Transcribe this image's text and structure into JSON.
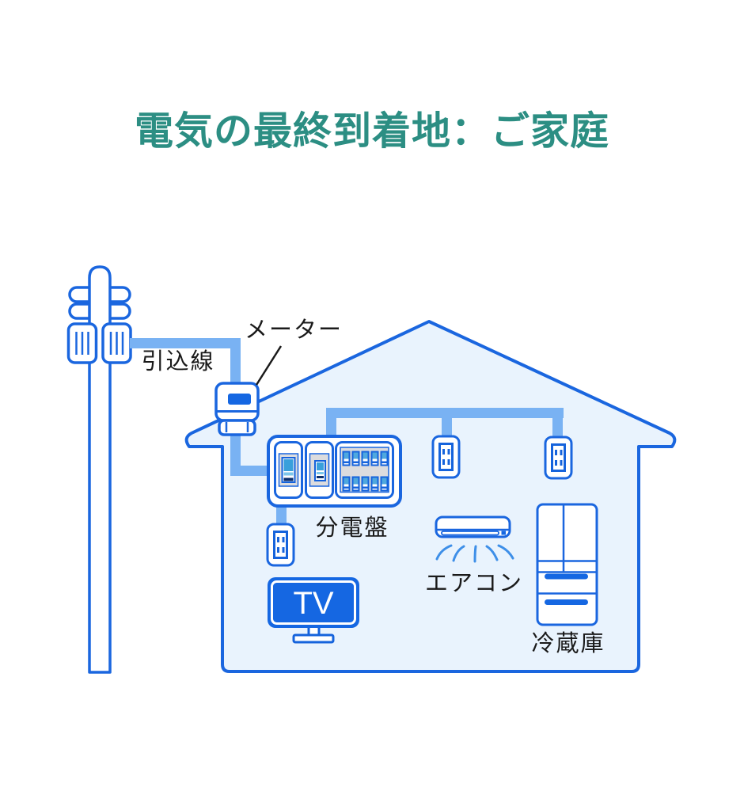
{
  "title": "電気の最終到着地：ご家庭",
  "diagram": {
    "labels": {
      "service_drop": "引込線",
      "meter": "メーター",
      "distribution_board": "分電盤",
      "tv": "TV",
      "air_conditioner": "エアコン",
      "refrigerator": "冷蔵庫"
    },
    "colors": {
      "outline_blue": "#1A66DF",
      "wire_light_blue": "#79B2F3",
      "house_fill": "#E9F3FD",
      "device_blue": "#1567E2",
      "breaker_cyan": "#39A0DB",
      "panel_gray": "#DCDCDE",
      "title_teal": "#2C8E83",
      "label_black": "#1A1A1A"
    }
  }
}
